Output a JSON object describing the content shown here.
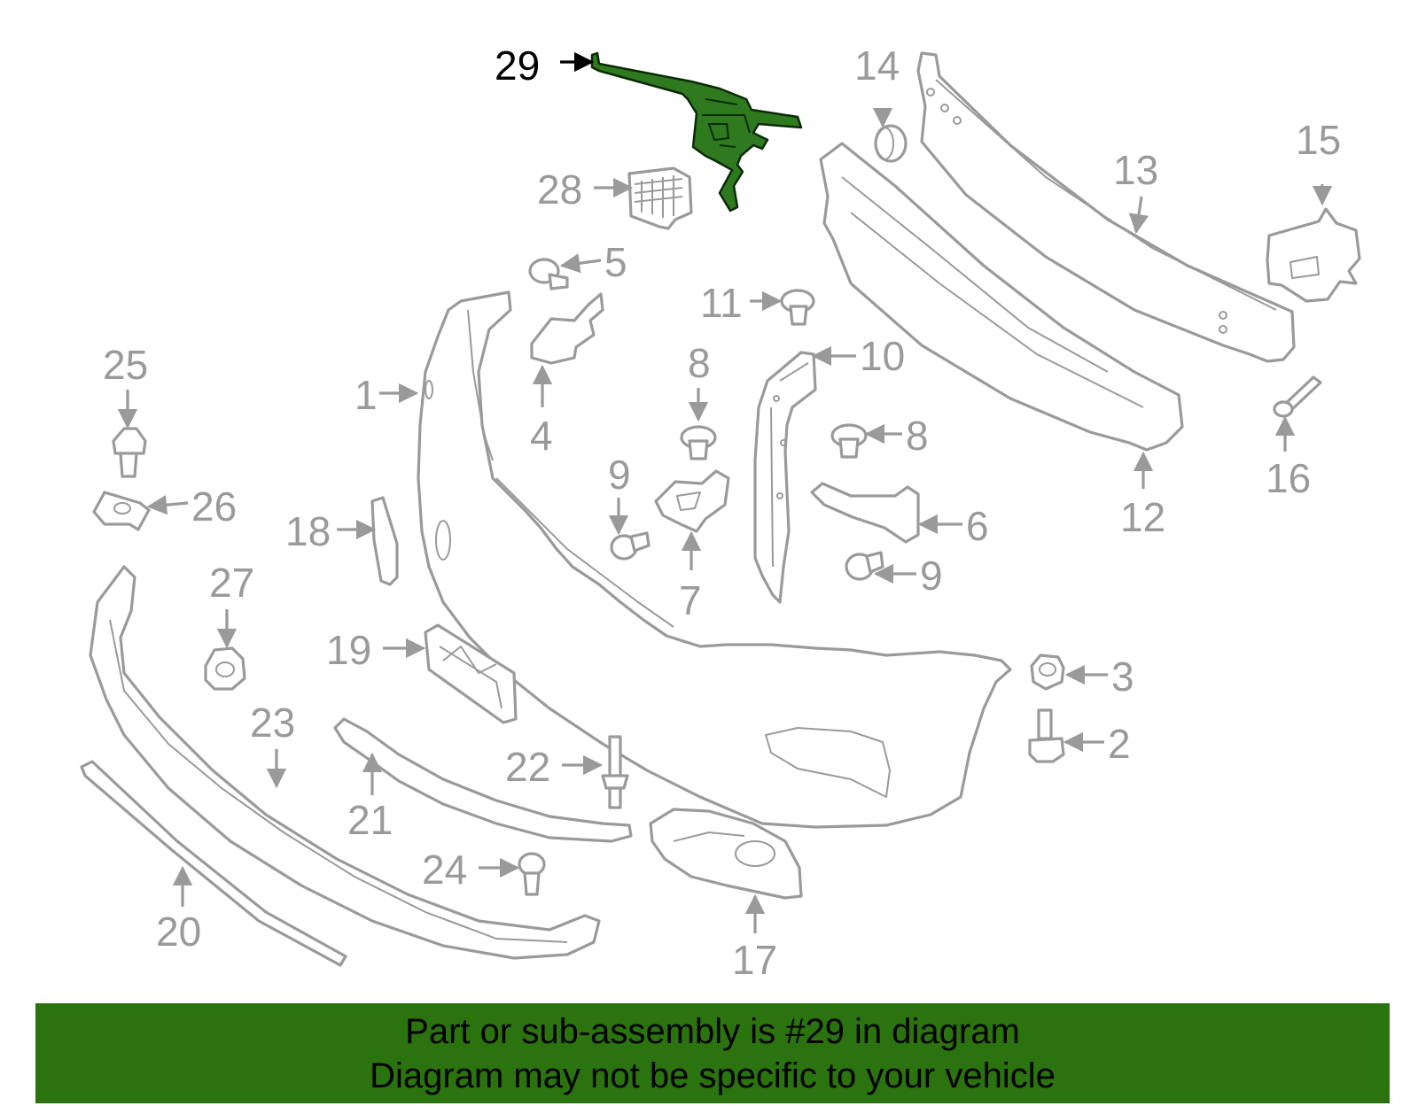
{
  "diagram": {
    "highlighted_part": "29",
    "highlight_color": "#2f7a1f",
    "callouts": [
      "1",
      "2",
      "3",
      "4",
      "5",
      "6",
      "7",
      "8",
      "8",
      "9",
      "9",
      "10",
      "11",
      "12",
      "13",
      "14",
      "15",
      "16",
      "17",
      "18",
      "19",
      "20",
      "21",
      "22",
      "23",
      "24",
      "25",
      "26",
      "27",
      "28",
      "29"
    ]
  },
  "banner": {
    "line1": "Part or sub-assembly is #29 in diagram",
    "line2": "Diagram may not be specific to your vehicle",
    "background": "#2a730f"
  }
}
